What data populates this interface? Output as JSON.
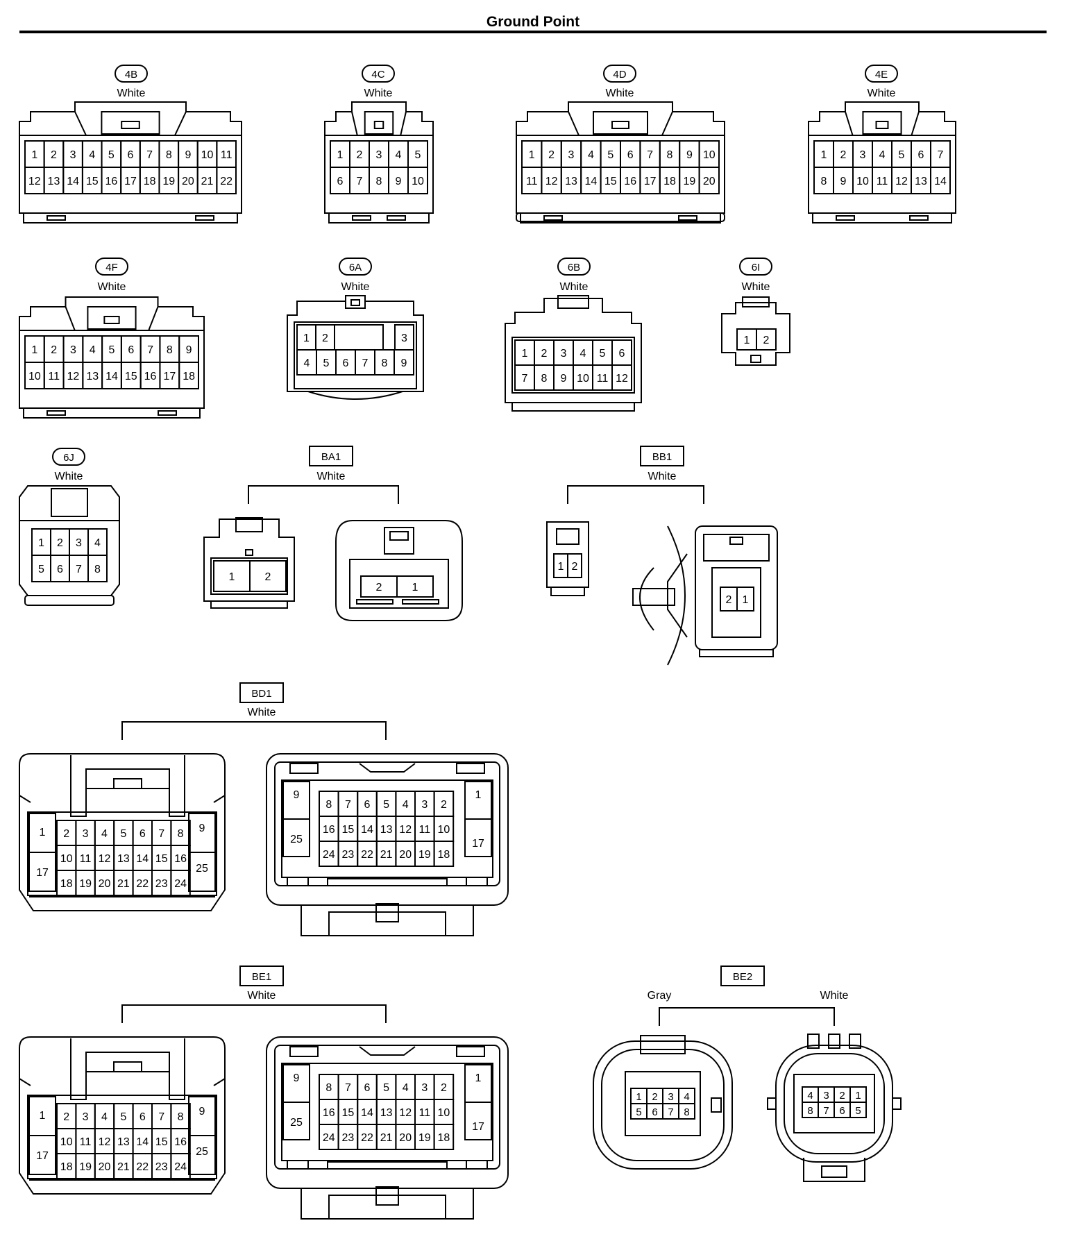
{
  "page": {
    "title": "Ground Point"
  },
  "connectors": [
    {
      "id": "4B",
      "tag_shape": "oval",
      "colors": [
        "White"
      ],
      "pins": [
        [
          "1",
          "2",
          "3",
          "4",
          "5",
          "6",
          "7",
          "8",
          "9",
          "10",
          "11"
        ],
        [
          "12",
          "13",
          "14",
          "15",
          "16",
          "17",
          "18",
          "19",
          "20",
          "21",
          "22"
        ]
      ]
    },
    {
      "id": "4C",
      "tag_shape": "oval",
      "colors": [
        "White"
      ],
      "pins": [
        [
          "1",
          "2",
          "3",
          "4",
          "5"
        ],
        [
          "6",
          "7",
          "8",
          "9",
          "10"
        ]
      ]
    },
    {
      "id": "4D",
      "tag_shape": "oval",
      "colors": [
        "White"
      ],
      "pins": [
        [
          "1",
          "2",
          "3",
          "4",
          "5",
          "6",
          "7",
          "8",
          "9",
          "10"
        ],
        [
          "11",
          "12",
          "13",
          "14",
          "15",
          "16",
          "17",
          "18",
          "19",
          "20"
        ]
      ]
    },
    {
      "id": "4E",
      "tag_shape": "oval",
      "colors": [
        "White"
      ],
      "pins": [
        [
          "1",
          "2",
          "3",
          "4",
          "5",
          "6",
          "7"
        ],
        [
          "8",
          "9",
          "10",
          "11",
          "12",
          "13",
          "14"
        ]
      ]
    },
    {
      "id": "4F",
      "tag_shape": "oval",
      "colors": [
        "White"
      ],
      "pins": [
        [
          "1",
          "2",
          "3",
          "4",
          "5",
          "6",
          "7",
          "8",
          "9"
        ],
        [
          "10",
          "11",
          "12",
          "13",
          "14",
          "15",
          "16",
          "17",
          "18"
        ]
      ]
    },
    {
      "id": "6A",
      "tag_shape": "oval",
      "colors": [
        "White"
      ],
      "pins": [
        [
          "1",
          "2",
          "3"
        ],
        [
          "4",
          "5",
          "6",
          "7",
          "8",
          "9"
        ]
      ]
    },
    {
      "id": "6B",
      "tag_shape": "oval",
      "colors": [
        "White"
      ],
      "pins": [
        [
          "1",
          "2",
          "3",
          "4",
          "5",
          "6"
        ],
        [
          "7",
          "8",
          "9",
          "10",
          "11",
          "12"
        ]
      ]
    },
    {
      "id": "6I",
      "tag_shape": "oval",
      "colors": [
        "White"
      ],
      "pins": [
        [
          "1",
          "2"
        ]
      ]
    },
    {
      "id": "6J",
      "tag_shape": "oval",
      "colors": [
        "White"
      ],
      "pins": [
        [
          "1",
          "2",
          "3",
          "4"
        ],
        [
          "5",
          "6",
          "7",
          "8"
        ]
      ]
    },
    {
      "id": "BA1",
      "tag_shape": "box",
      "colors": [
        "White"
      ],
      "pins": [
        [
          "1",
          "2"
        ],
        [
          "2",
          "1"
        ]
      ]
    },
    {
      "id": "BB1",
      "tag_shape": "box",
      "colors": [
        "White"
      ],
      "pins": [
        [
          "1",
          "2"
        ],
        [
          "2",
          "1"
        ]
      ]
    },
    {
      "id": "BD1",
      "tag_shape": "box",
      "colors": [
        "White"
      ],
      "pins": [
        [
          "1",
          "2",
          "3",
          "4",
          "5",
          "6",
          "7",
          "8",
          "9",
          "17",
          "10",
          "11",
          "12",
          "13",
          "14",
          "15",
          "16",
          "25",
          "18",
          "19",
          "20",
          "21",
          "22",
          "23",
          "24"
        ],
        [
          "9",
          "8",
          "7",
          "6",
          "5",
          "4",
          "3",
          "2",
          "1",
          "25",
          "16",
          "15",
          "14",
          "13",
          "12",
          "11",
          "10",
          "17",
          "24",
          "23",
          "22",
          "21",
          "20",
          "19",
          "18"
        ]
      ]
    },
    {
      "id": "BE1",
      "tag_shape": "box",
      "colors": [
        "White"
      ],
      "pins": [
        [
          "1",
          "2",
          "3",
          "4",
          "5",
          "6",
          "7",
          "8",
          "9",
          "17",
          "10",
          "11",
          "12",
          "13",
          "14",
          "15",
          "16",
          "25",
          "18",
          "19",
          "20",
          "21",
          "22",
          "23",
          "24"
        ],
        [
          "9",
          "8",
          "7",
          "6",
          "5",
          "4",
          "3",
          "2",
          "1",
          "25",
          "16",
          "15",
          "14",
          "13",
          "12",
          "11",
          "10",
          "17",
          "24",
          "23",
          "22",
          "21",
          "20",
          "19",
          "18"
        ]
      ]
    },
    {
      "id": "BE2",
      "tag_shape": "box",
      "colors": [
        "Gray",
        "White"
      ],
      "pins": [
        [
          "1",
          "2",
          "3",
          "4",
          "5",
          "6",
          "7",
          "8"
        ],
        [
          "4",
          "3",
          "2",
          "1",
          "8",
          "7",
          "6",
          "5"
        ]
      ]
    }
  ]
}
